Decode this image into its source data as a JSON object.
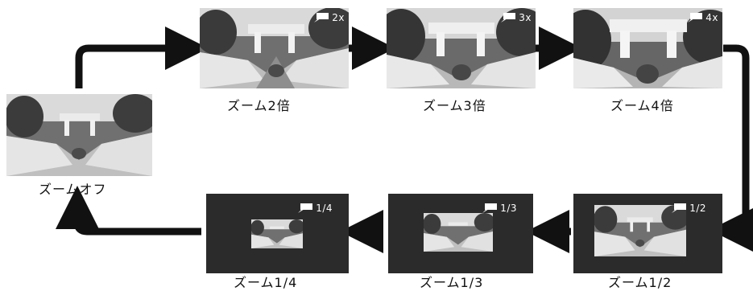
{
  "frames": {
    "zoom_2x": {
      "caption": "ズーム2倍",
      "badge": "2x"
    },
    "zoom_3x": {
      "caption": "ズーム3倍",
      "badge": "3x"
    },
    "zoom_4x": {
      "caption": "ズーム4倍",
      "badge": "4x"
    },
    "zoom_off": {
      "caption": "ズームオフ"
    },
    "zoom_1_4": {
      "caption": "ズーム1/4",
      "badge": "1/4"
    },
    "zoom_1_3": {
      "caption": "ズーム1/3",
      "badge": "1/3"
    },
    "zoom_1_2": {
      "caption": "ズーム1/2",
      "badge": "1/2"
    }
  },
  "colors": {
    "arrow": "#111111",
    "frame_dark": "#2b2b2b",
    "badge_text": "#ffffff"
  },
  "icons": {
    "zoom_badge_icon": "speech-bubble-icon"
  }
}
